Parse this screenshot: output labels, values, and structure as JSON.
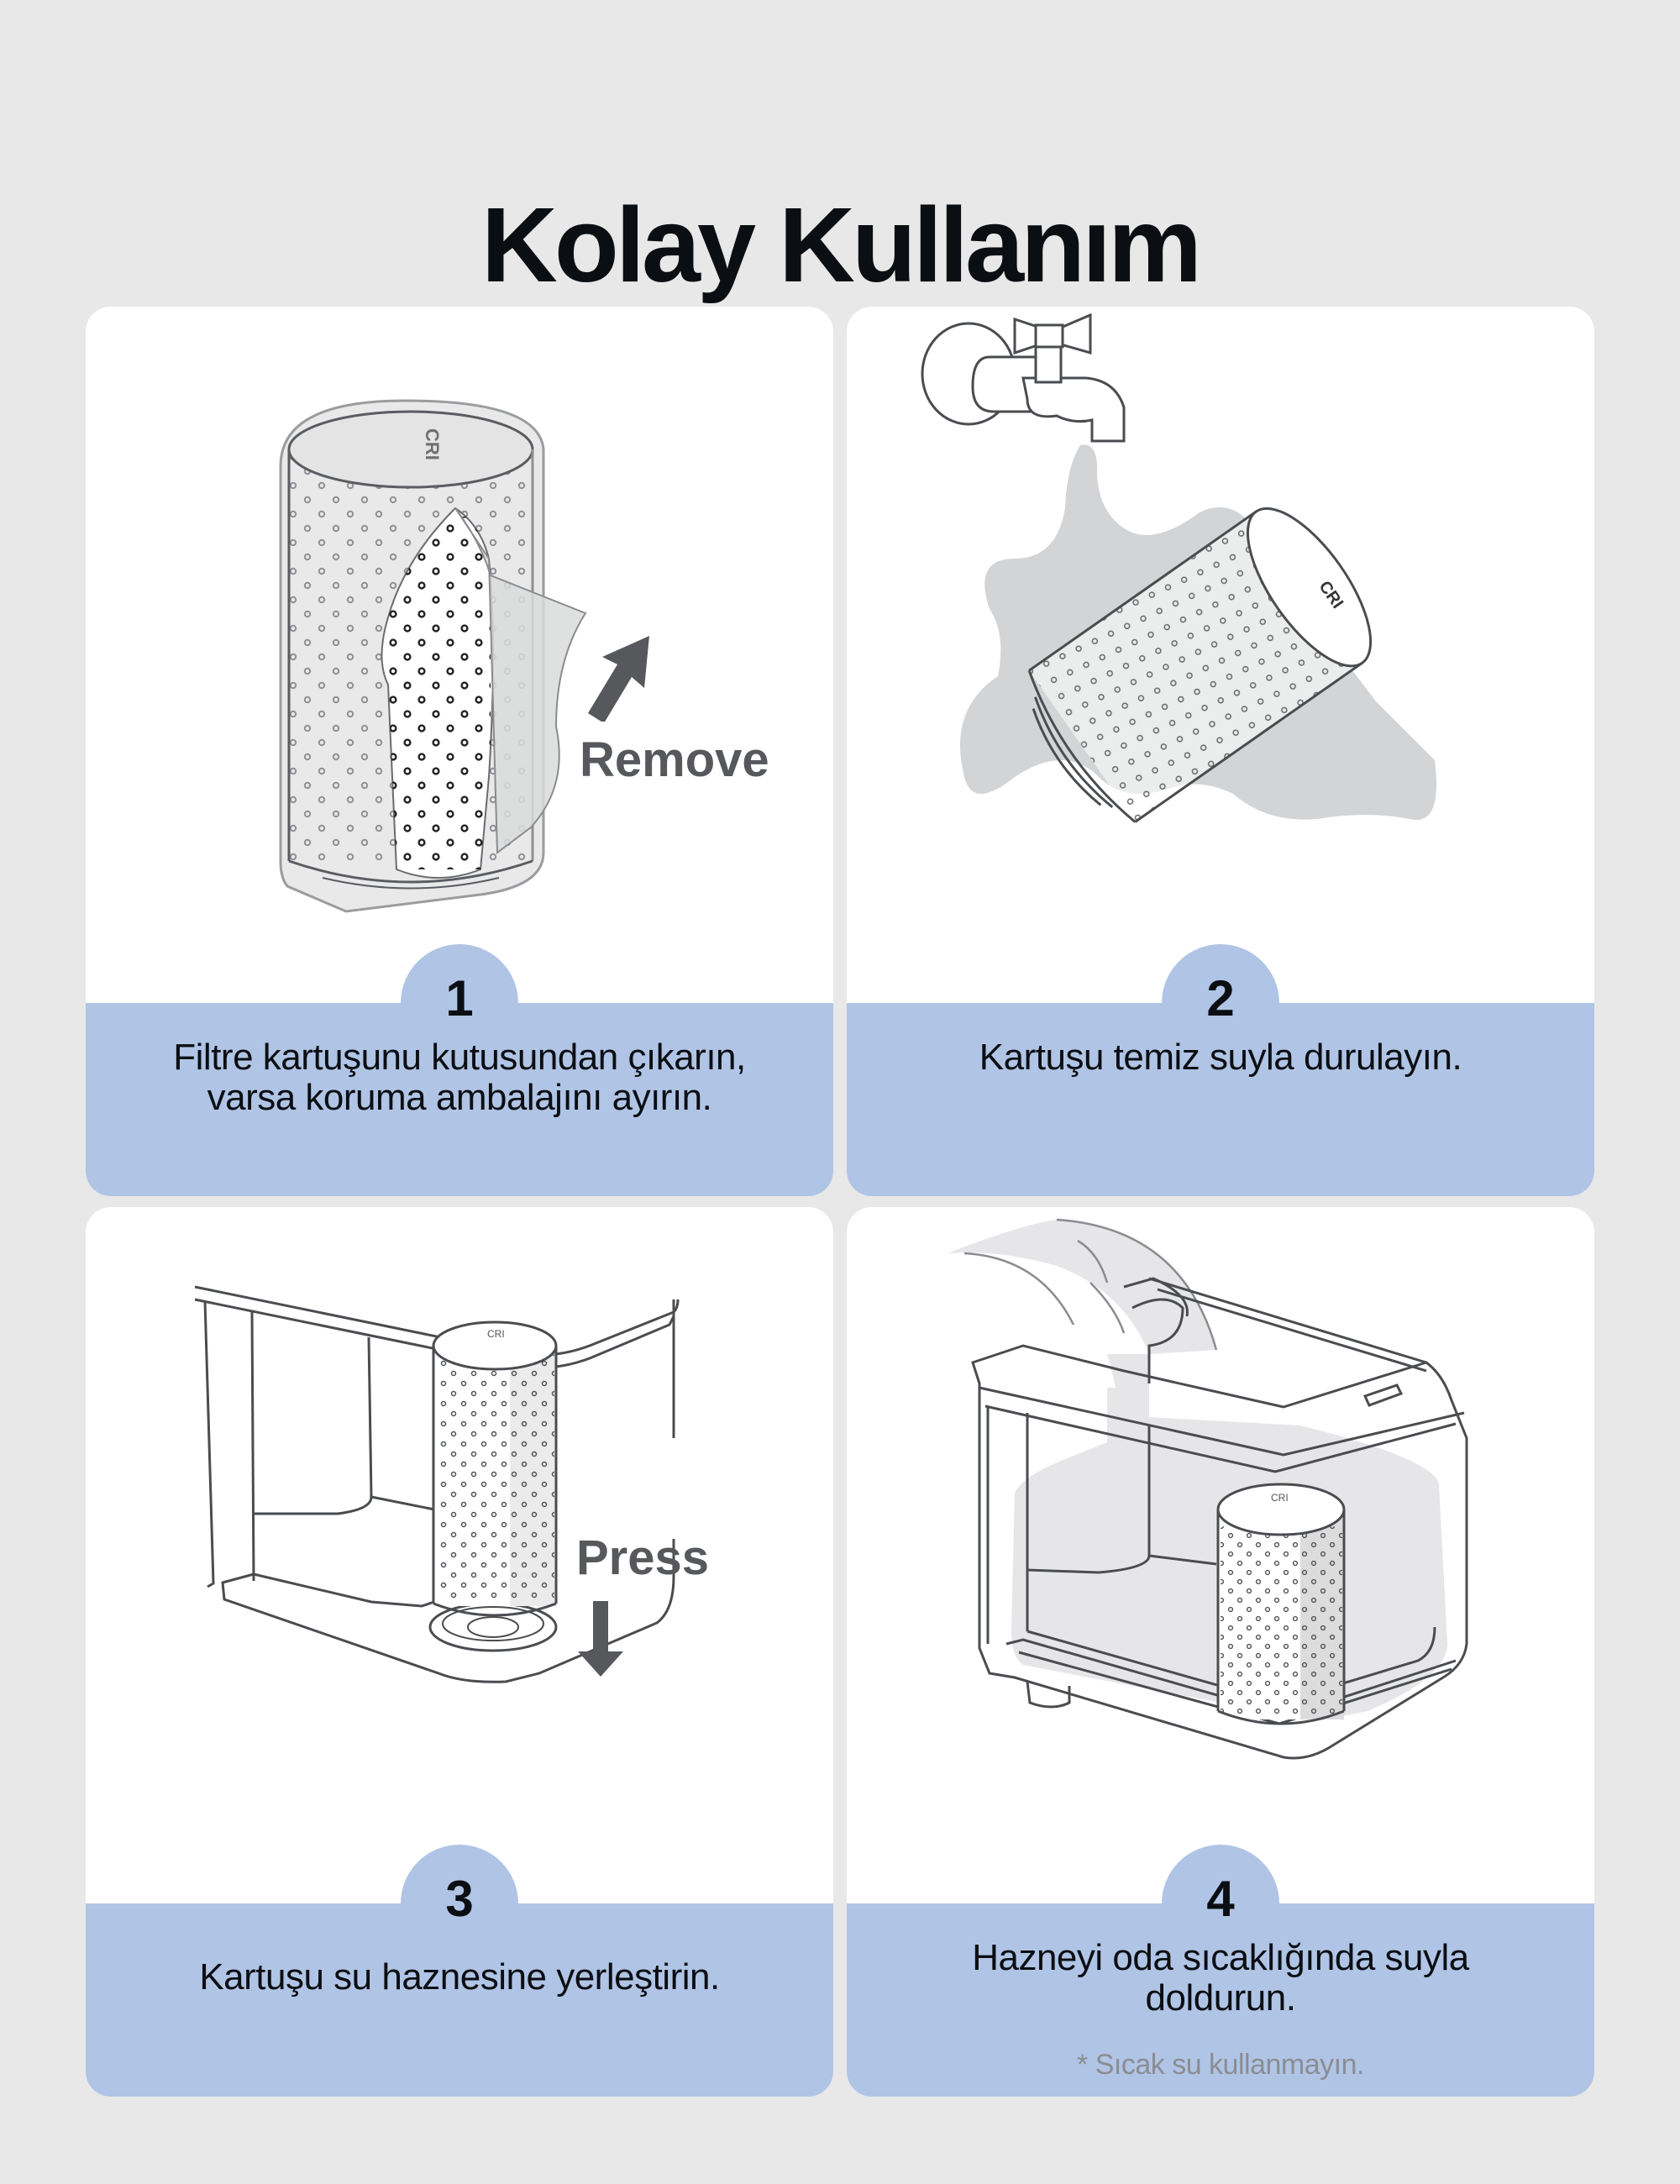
{
  "page": {
    "title": "Kolay Kullanım",
    "background_color": "#e8e8e8",
    "band_color": "#b0c4e5",
    "text_color": "#0b0e12",
    "label_color": "#56585b",
    "note_color": "#8a8d93"
  },
  "steps": [
    {
      "number": "1",
      "text": "Filtre kartuşunu kutusundan çıkarın, varsa koruma ambalajını ayırın.",
      "illustration": "filter-cartridge-unwrap",
      "label": "Remove",
      "label_icon": "arrow-up-right-icon"
    },
    {
      "number": "2",
      "text": "Kartuşu temiz suyla durulayın.",
      "illustration": "faucet-rinse-cartridge"
    },
    {
      "number": "3",
      "text": "Kartuşu su haznesine yerleştirin.",
      "illustration": "insert-cartridge-tank",
      "label": "Press",
      "label_icon": "arrow-down-icon"
    },
    {
      "number": "4",
      "text": "Hazneyi oda sıcaklığında suyla doldurun.",
      "note": "* Sıcak su kullanmayın.",
      "illustration": "fill-tank-water"
    }
  ]
}
